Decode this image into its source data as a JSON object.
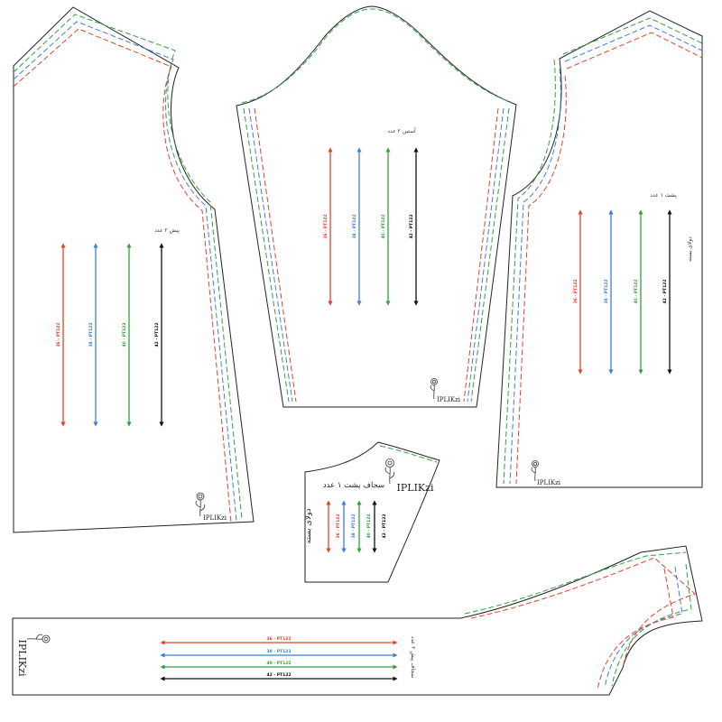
{
  "colors": {
    "size_36": "#e0452b",
    "size_38": "#3f7fd0",
    "size_40": "#31a23c",
    "size_42": "#111111",
    "outline": "#222222"
  },
  "brand": "IPLIKzi",
  "brand_icon": "rose-logo-icon",
  "pieces": {
    "front": {
      "title": "پیش ۲ عدد"
    },
    "sleeve": {
      "title": "آستین ۲ عدد"
    },
    "back": {
      "title": "پشت ۱ عدد",
      "fold": "دولای بسته"
    },
    "back_facing": {
      "title": "سجاف پشت ۱ عدد",
      "fold": "دولای بسته"
    },
    "front_facing": {
      "title": "سجاف پیش ۲ عدد"
    }
  },
  "grain_labels": [
    "36 - PT122",
    "38 - PT122",
    "40 - PT122",
    "42 - PT122"
  ]
}
